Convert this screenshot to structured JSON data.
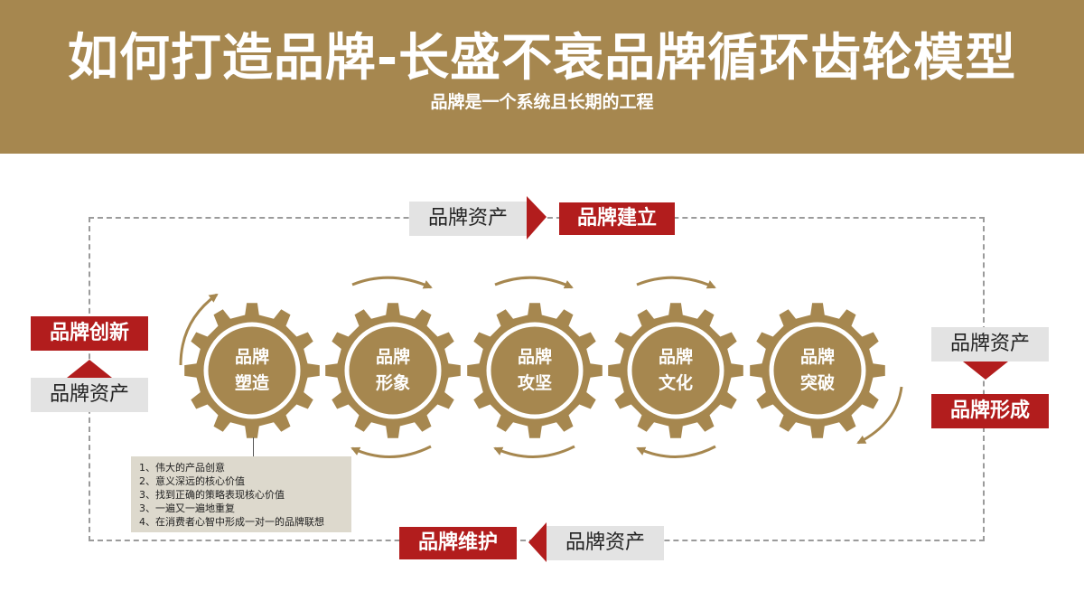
{
  "header": {
    "title": "如何打造品牌-长盛不衰品牌循环齿轮模型",
    "subtitle": "品牌是一个系统且长期的工程"
  },
  "colors": {
    "header": "#a6874f",
    "gear": "#a6874f",
    "accent_red": "#b21d1d",
    "label_gray": "#e3e3e3",
    "notes_bg": "#ddd9cd"
  },
  "labels": {
    "top_asset": "品牌资产",
    "top_stage": "品牌建立",
    "right_asset": "品牌资产",
    "right_stage": "品牌形成",
    "bottom_asset": "品牌资产",
    "bottom_stage": "品牌维护",
    "left_asset": "品牌资产",
    "left_stage": "品牌创新"
  },
  "gears": [
    {
      "line1": "品牌",
      "line2": "塑造"
    },
    {
      "line1": "品牌",
      "line2": "形象"
    },
    {
      "line1": "品牌",
      "line2": "攻坚"
    },
    {
      "line1": "品牌",
      "line2": "文化"
    },
    {
      "line1": "品牌",
      "line2": "突破"
    }
  ],
  "notes": [
    "1、伟大的产品创意",
    "2、意义深远的核心价值",
    "3、找到正确的策略表现核心价值",
    "3、一遍又一遍地重复",
    "4、在消费者心智中形成一对一的品牌联想"
  ]
}
